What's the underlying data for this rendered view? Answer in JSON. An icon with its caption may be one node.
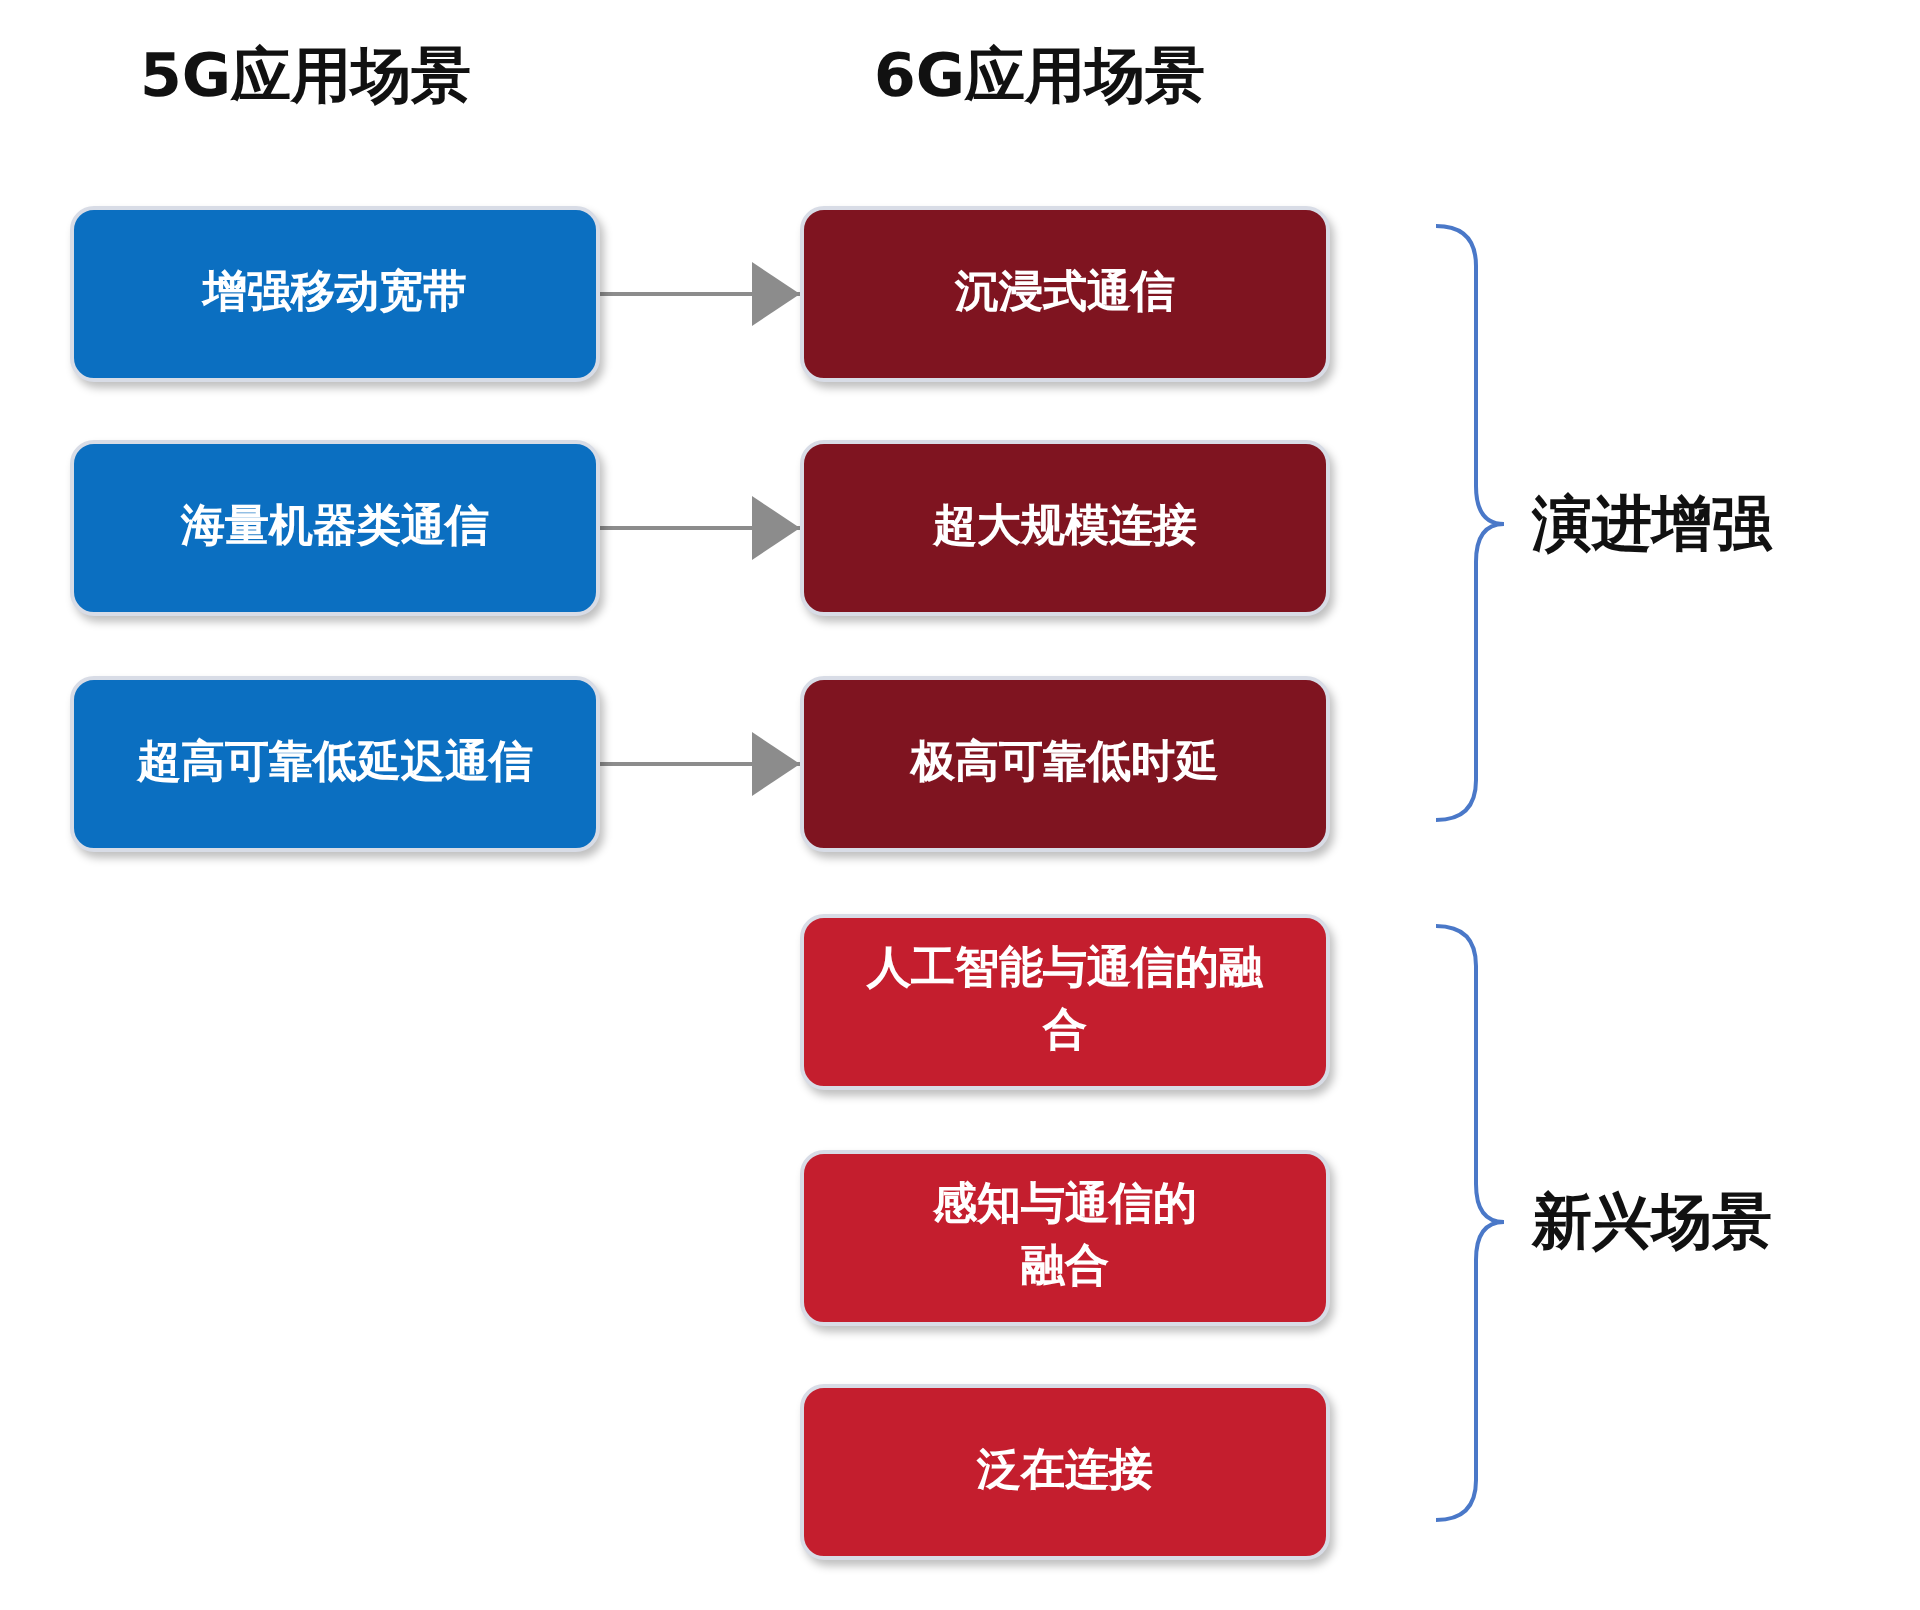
{
  "diagram": {
    "nodes": [
      {
        "text": [
          "增强移动宽带"
        ]
      },
      {
        "text": [
          "海量机器类通信"
        ]
      },
      {
        "text": [
          "超高可靠低延迟通信"
        ]
      },
      {
        "text": [
          "沉浸式通信"
        ]
      },
      {
        "text": [
          "超大规模连接"
        ]
      },
      {
        "text": [
          "极高可靠低时延"
        ]
      },
      {
        "text": [
          "人工智能与通信的融合"
        ]
      },
      {
        "text": [
          "感知与通信的融合"
        ]
      },
      {
        "text": [
          "泛在连接"
        ]
      }
    ],
    "edges": [
      {
        "from": 0,
        "to": 3,
        "arrow": "to"
      },
      {
        "from": 1,
        "to": 4,
        "arrow": "to"
      },
      {
        "from": 2,
        "to": 5,
        "arrow": "to"
      }
    ],
    "labels": [
      "5G应用场景",
      "6G应用场景",
      "演进增强",
      "新兴场景"
    ]
  }
}
